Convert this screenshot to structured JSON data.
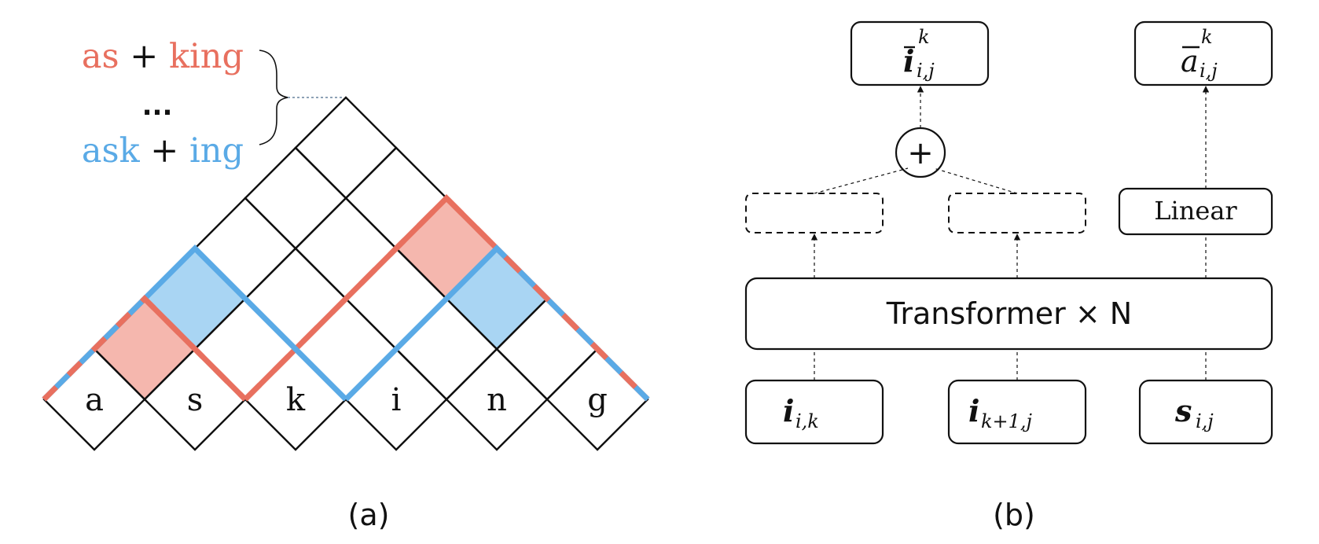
{
  "colors": {
    "red": "#E8705F",
    "blue": "#5AAAE6",
    "red_fill": "#F5B7AE",
    "blue_fill": "#A9D5F3",
    "ink": "#111111"
  },
  "panel_a": {
    "caption": "(a)",
    "word_letters": [
      "a",
      "s",
      "k",
      "i",
      "n",
      "g"
    ],
    "legend": {
      "split1_left": "as",
      "split1_plus": "+",
      "split1_right": "king",
      "ellipsis": "...",
      "split2_left": "ask",
      "split2_plus": "+",
      "split2_right": "ing"
    }
  },
  "panel_b": {
    "caption": "(b)",
    "out_left_base": "i",
    "out_left_sub": "i,j",
    "out_left_sup": "k",
    "out_right_base": "a",
    "out_right_sub": "i,j",
    "out_right_sup": "k",
    "plus_symbol": "+",
    "linear_label": "Linear",
    "transformer_label": "Transformer × N",
    "in1_base": "i",
    "in1_sub": "i,k",
    "in2_base": "i",
    "in2_sub": "k+1,j",
    "in3_base": "s",
    "in3_sub": "i,j"
  }
}
